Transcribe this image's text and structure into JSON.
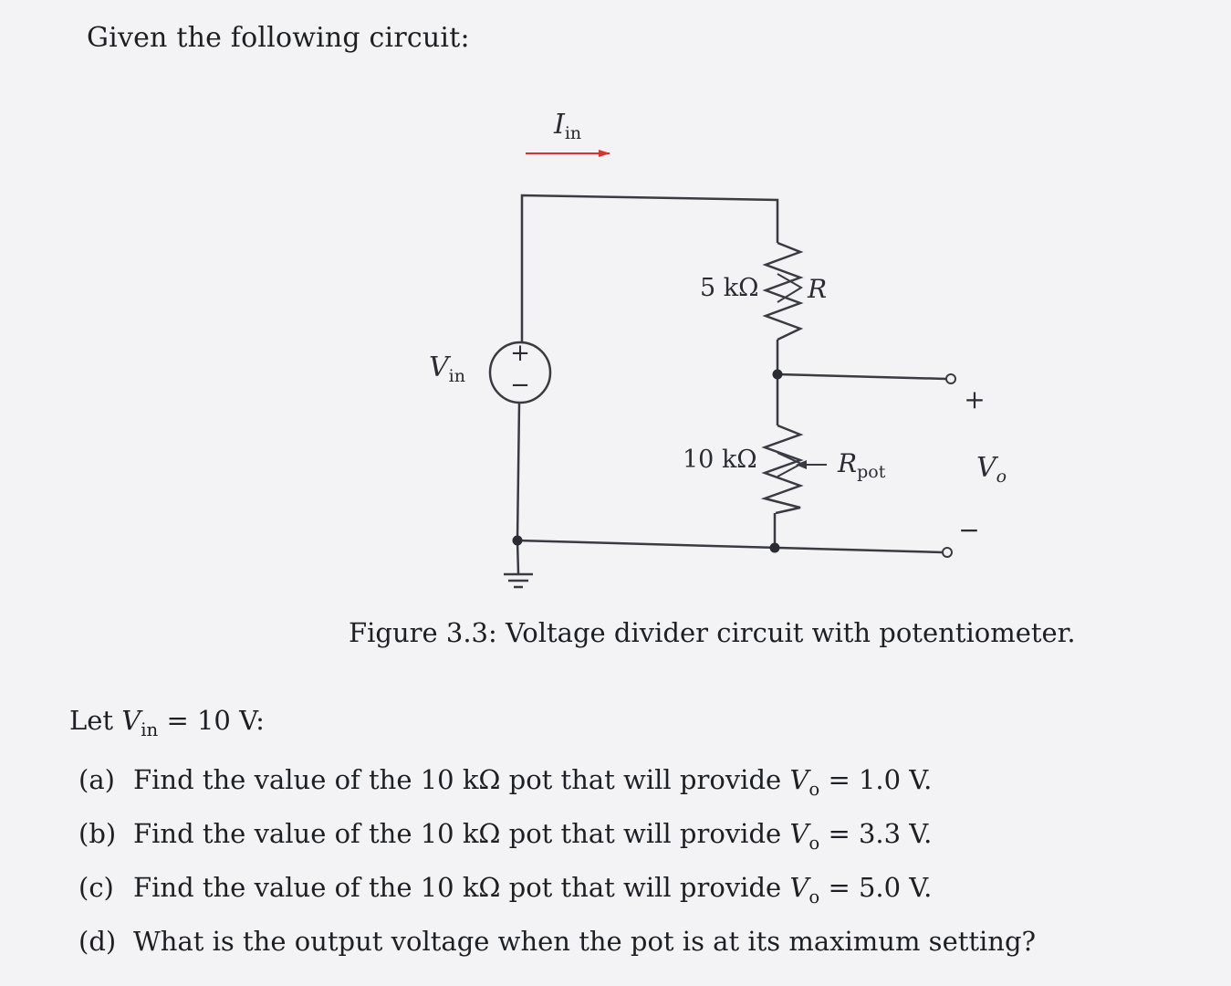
{
  "intro": "Given the following circuit:",
  "circuit": {
    "current_label": "I",
    "current_sub": "in",
    "source_label": "V",
    "source_sub": "in",
    "source_plus": "+",
    "source_minus": "−",
    "r_top_value": "5 kΩ",
    "r_top_name": "R",
    "r_pot_value": "10 kΩ",
    "r_pot_name": "R",
    "r_pot_sub": "pot",
    "out_plus": "+",
    "out_minus": "−",
    "out_label": "V",
    "out_sub": "o",
    "colors": {
      "wire": "#3a3b42",
      "current_arrow": "#d8342c"
    }
  },
  "caption": "Figure 3.3: Voltage divider circuit with potentiometer.",
  "given": {
    "prefix": "Let ",
    "var": "V",
    "sub": "in",
    "value": " = 10 V:"
  },
  "questions": [
    {
      "label": "(a)",
      "text": "Find the value of the 10 kΩ pot that will provide ",
      "var": "V",
      "sub": "o",
      "value": " = 1.0 V."
    },
    {
      "label": "(b)",
      "text": "Find the value of the 10 kΩ pot that will provide ",
      "var": "V",
      "sub": "o",
      "value": " = 3.3 V."
    },
    {
      "label": "(c)",
      "text": "Find the value of the 10 kΩ pot that will provide ",
      "var": "V",
      "sub": "o",
      "value": " = 5.0 V."
    },
    {
      "label": "(d)",
      "text": "What is the output voltage when the pot is at its maximum setting?"
    }
  ]
}
